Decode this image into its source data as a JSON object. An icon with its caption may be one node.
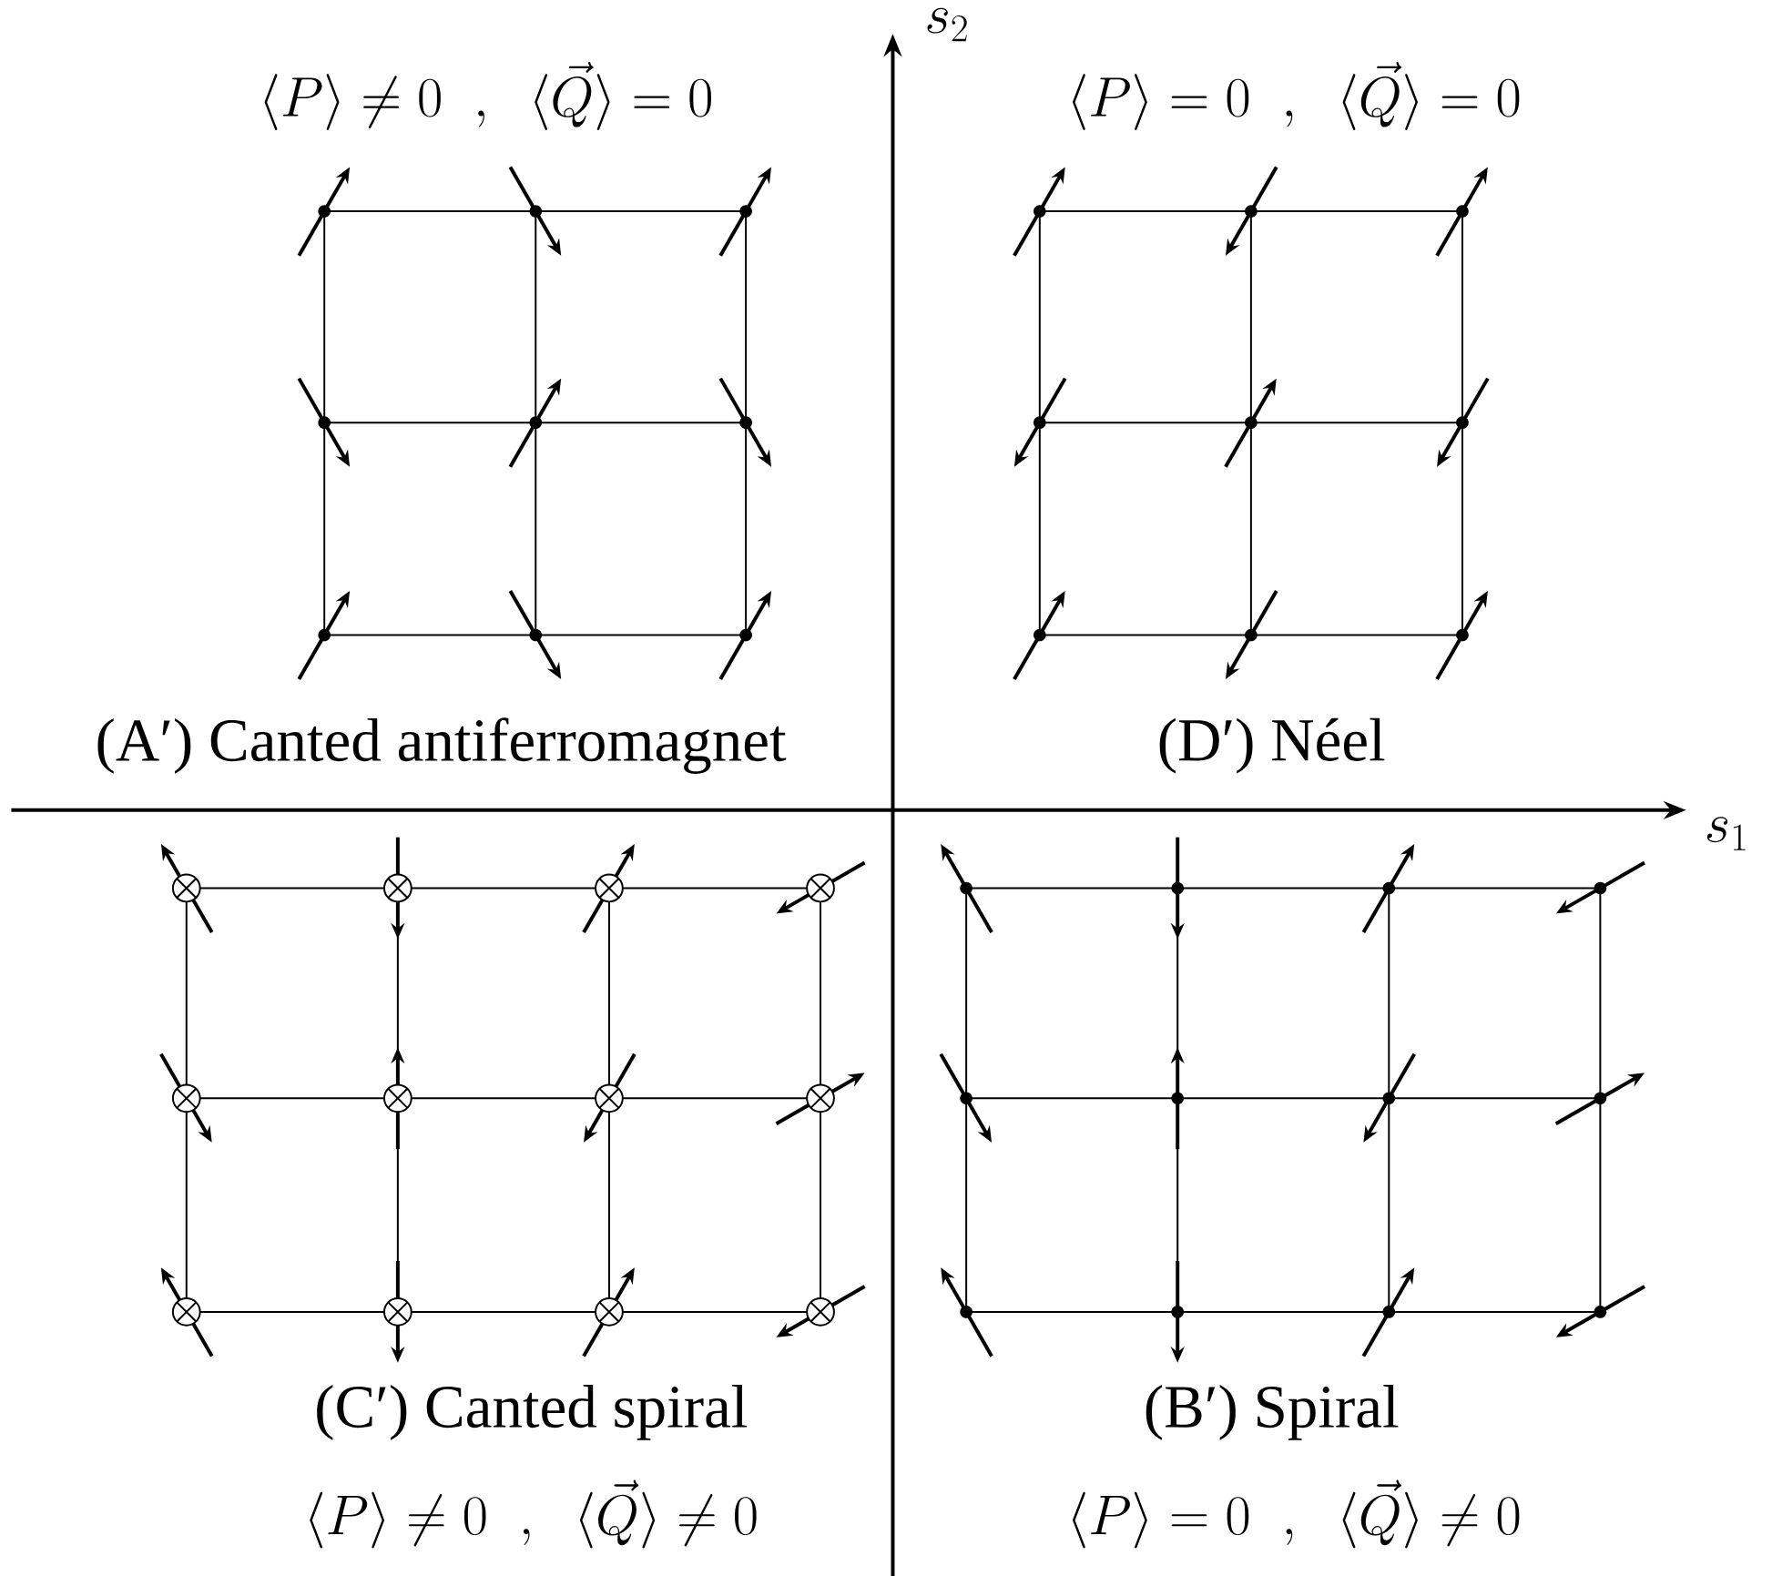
{
  "diagram": {
    "labels": [
      "\\langle P\\rangle \\neq 0\\ \\ ,\\ \\ \\langle\\vec{Q}\\rangle = 0",
      "s_2",
      "\\langle P\\rangle = 0\\ \\ ,\\ \\ \\langle\\vec{Q}\\rangle = 0",
      "(A′) Canted antiferromagnet",
      "(D′) Néel",
      "s_1",
      "(C′) Canted spiral",
      "(B′) Spiral",
      "\\langle P\\rangle \\neq 0\\ \\ ,\\ \\ \\langle\\vec{Q}\\rangle \\neq 0",
      "\\langle P\\rangle = 0\\ \\ ,\\ \\ \\langle\\vec{Q}\\rangle \\neq 0"
    ]
  }
}
